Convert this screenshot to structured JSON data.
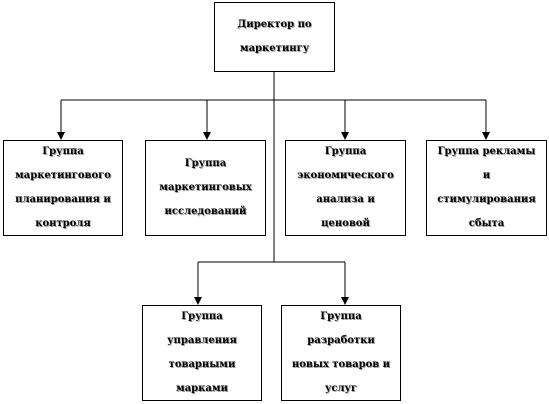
{
  "diagram": {
    "director": {
      "lines": [
        "Директор по",
        "маркетингу"
      ]
    },
    "groups_top": [
      {
        "lines": [
          "Группа",
          "маркетингового",
          "планирования и",
          "контроля"
        ]
      },
      {
        "lines": [
          "Группа",
          "маркетинговых",
          "исследований"
        ]
      },
      {
        "lines": [
          "Группа",
          "экономического",
          "анализа и",
          "ценовой"
        ]
      },
      {
        "lines": [
          "Группа рекламы",
          "и",
          "стимулирования",
          "сбыта"
        ]
      }
    ],
    "groups_bottom": [
      {
        "lines": [
          "Группа",
          "управления",
          "товарными",
          "марками"
        ]
      },
      {
        "lines": [
          "Группа",
          "разработки",
          "новых товаров и",
          "услуг"
        ]
      }
    ],
    "colors": {
      "line": "#000000",
      "text_shadow": "#9a9a9a",
      "background": "#ffffff"
    }
  }
}
